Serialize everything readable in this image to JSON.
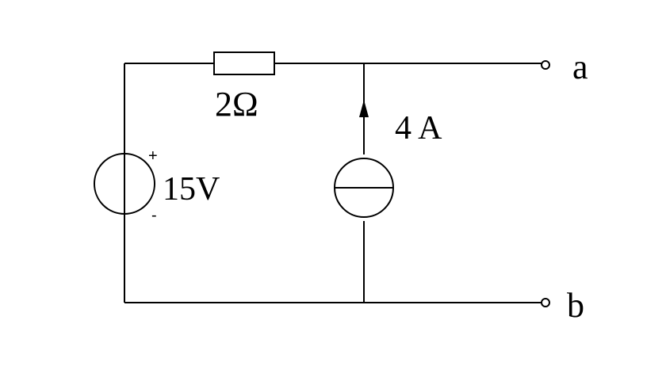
{
  "components": {
    "resistor": {
      "label": "2Ω"
    },
    "voltage_source": {
      "label": "15V",
      "positive_sign": "+",
      "negative_sign": "-"
    },
    "current_source": {
      "label": "4 A"
    }
  },
  "terminals": {
    "top": {
      "label": "a"
    },
    "bottom": {
      "label": "b"
    }
  }
}
